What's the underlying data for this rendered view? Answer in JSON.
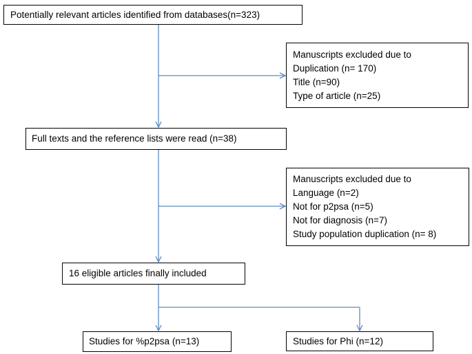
{
  "diagram": {
    "line_color": "#5b8bc1",
    "boxes": {
      "identified": "Potentially relevant articles identified from databases(n=323)",
      "excluded_1": {
        "lines": [
          "Manuscripts excluded due to",
          "Duplication (n= 170)",
          "Title (n=90)",
          "Type of article (n=25)"
        ]
      },
      "full_texts": "Full texts and the reference lists were read (n=38)",
      "excluded_2": {
        "lines": [
          "Manuscripts excluded due to",
          "Language (n=2)",
          "Not for p2psa (n=5)",
          "Not for diagnosis  (n=7)",
          "Study population duplication (n= 8)"
        ]
      },
      "eligible": "16 eligible articles finally included",
      "studies_p2psa": "Studies for %p2psa (n=13)",
      "studies_phi": "Studies for Phi  (n=12)"
    }
  }
}
